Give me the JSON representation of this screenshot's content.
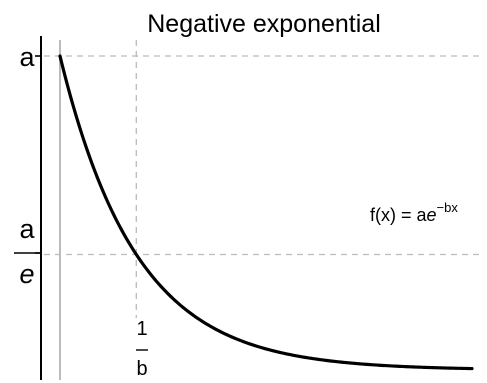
{
  "chart_data": {
    "type": "line",
    "title": "Negative exponential",
    "xlabel": "",
    "ylabel": "",
    "parameters": {
      "a": 1,
      "b": 1
    },
    "xlim": [
      0,
      5.4
    ],
    "ylim": [
      0,
      1.0
    ],
    "series": [
      {
        "x": [
          0,
          0.25,
          0.5,
          0.75,
          1,
          1.25,
          1.5,
          1.75,
          2,
          2.25,
          2.5,
          2.75,
          3,
          3.25,
          3.5,
          3.75,
          4,
          4.25,
          4.5,
          4.75,
          5,
          5.25,
          5.4
        ],
        "y": [
          1,
          0.7788,
          0.6065,
          0.4724,
          0.3679,
          0.2865,
          0.2231,
          0.1738,
          0.1353,
          0.1054,
          0.0821,
          0.0639,
          0.0498,
          0.0388,
          0.0302,
          0.0235,
          0.0183,
          0.0143,
          0.0111,
          0.0087,
          0.0067,
          0.0052,
          0.0045
        ]
      }
    ],
    "tick_labels": {
      "y_top": "a",
      "y_mid_numerator": "a",
      "y_mid_denominator": "e",
      "x_numerator": "1",
      "x_denominator": "b"
    },
    "annotation": {
      "prefix": "f(x) = a",
      "base": "e",
      "exponent": "−bx"
    },
    "grid": false,
    "reference_lines": "dashed at y=a, y=a/e and x=1/b",
    "line_color": "#000000",
    "reference_color": "#bbbbbb"
  }
}
